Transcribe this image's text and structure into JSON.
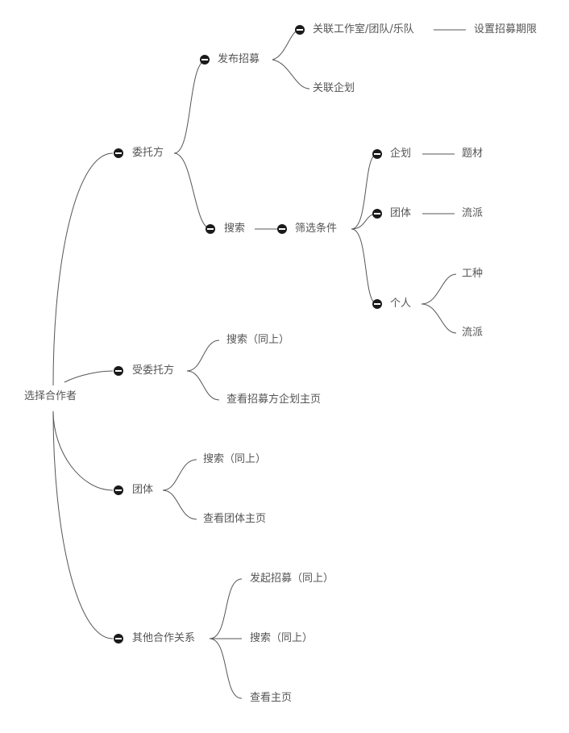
{
  "mindmap": {
    "root": "选择合作者",
    "n1": {
      "label": "委托方",
      "publish": {
        "label": "发布招募",
        "studio": "关联工作室/团队/乐队",
        "period": "设置招募期限",
        "plan": "关联企划"
      },
      "search": {
        "label": "搜索",
        "filter": "筛选条件",
        "plan": "企划",
        "theme": "题材",
        "group": "团体",
        "group_style": "流派",
        "person": "个人",
        "trade": "工种",
        "person_style": "流派"
      }
    },
    "n2": {
      "label": "受委托方",
      "search": "搜索（同上）",
      "view": "查看招募方企划主页"
    },
    "n3": {
      "label": "团体",
      "search": "搜索（同上）",
      "view": "查看团体主页"
    },
    "n4": {
      "label": "其他合作关系",
      "recruit": "发起招募（同上）",
      "search": "搜索（同上）",
      "view": "查看主页"
    }
  }
}
